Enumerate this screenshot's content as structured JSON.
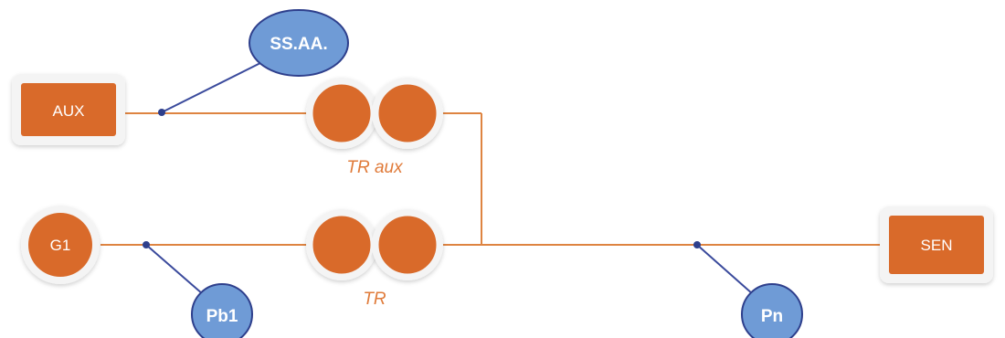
{
  "nodes": {
    "aux": {
      "label": "AUX"
    },
    "g1": {
      "label": "G1"
    },
    "sen": {
      "label": "SEN"
    }
  },
  "transformers": {
    "tr_aux": {
      "label": "TR aux"
    },
    "tr": {
      "label": "TR"
    }
  },
  "measurement_points": {
    "ssaa": {
      "label": "SS.AA."
    },
    "pb1": {
      "label": "Pb1"
    },
    "pn": {
      "label": "Pn"
    }
  },
  "colors": {
    "line": "#de8441",
    "node_fill": "#d96a2a",
    "node_border": "#f3f3f3",
    "label_text": "#ffffff",
    "transformer_label": "#e07b3a",
    "bubble_fill": "#6f9bd6",
    "bubble_border": "#2e3f8c",
    "connector": "#3a4a9c"
  }
}
